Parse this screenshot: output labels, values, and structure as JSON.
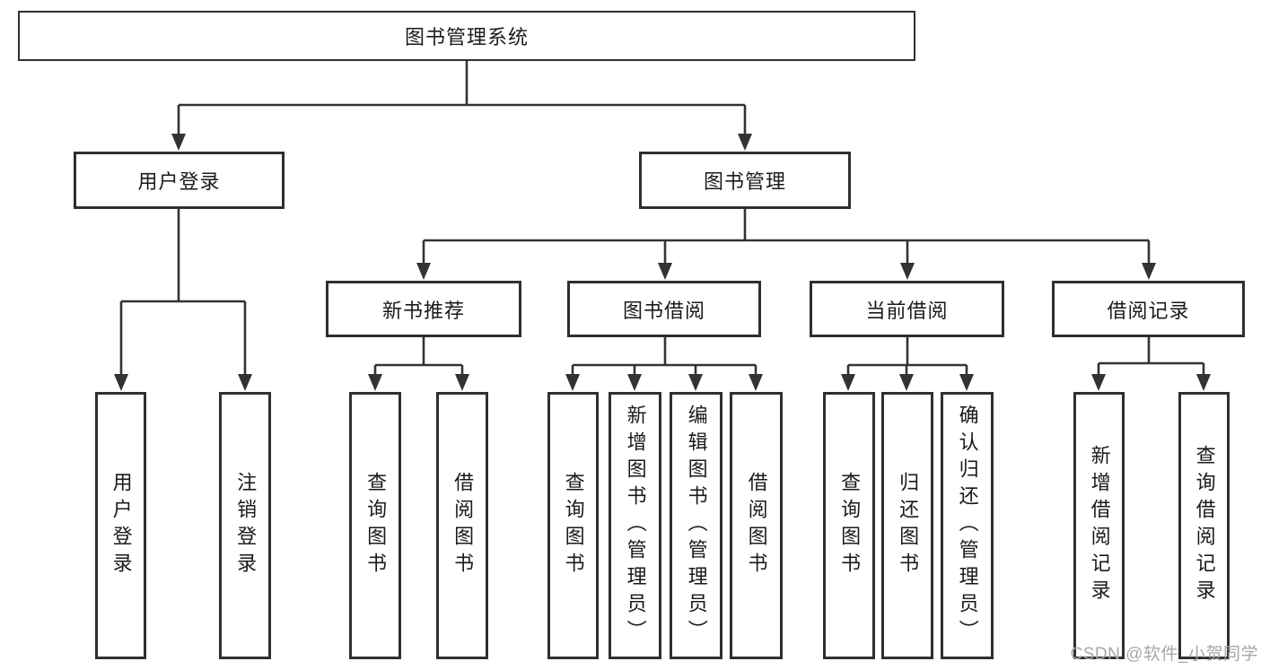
{
  "diagram_title": "图书管理系统",
  "colors": {
    "line": "#333333",
    "box_border": "#2f2f2f",
    "text": "#1a1a1a",
    "background": "#ffffff",
    "watermark": "#a8a8a8"
  },
  "tree": {
    "label": "图书管理系统",
    "children": [
      {
        "label": "用户登录",
        "children": [
          {
            "label": "用户登录"
          },
          {
            "label": "注销登录"
          }
        ]
      },
      {
        "label": "图书管理",
        "children": [
          {
            "label": "新书推荐",
            "children": [
              {
                "label": "查询图书"
              },
              {
                "label": "借阅图书"
              }
            ]
          },
          {
            "label": "图书借阅",
            "children": [
              {
                "label": "查询图书"
              },
              {
                "label": "新增图书（管理员）"
              },
              {
                "label": "编辑图书（管理员）"
              },
              {
                "label": "借阅图书"
              }
            ]
          },
          {
            "label": "当前借阅",
            "children": [
              {
                "label": "查询图书"
              },
              {
                "label": "归还图书"
              },
              {
                "label": "确认归还（管理员）"
              }
            ]
          },
          {
            "label": "借阅记录",
            "children": [
              {
                "label": "新增借阅记录"
              },
              {
                "label": "查询借阅记录"
              }
            ]
          }
        ]
      }
    ]
  },
  "watermark": "CSDN @软件_小贺同学"
}
